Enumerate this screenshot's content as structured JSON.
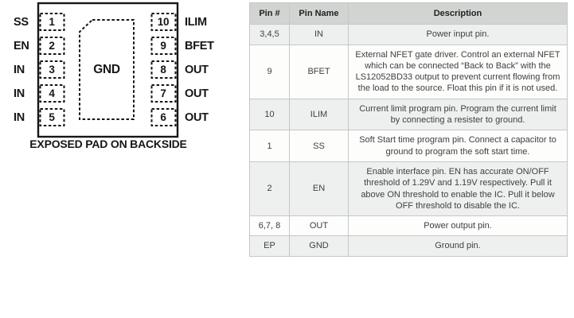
{
  "diagram": {
    "pad_label": "GND",
    "caption": "EXPOSED PAD ON BACKSIDE",
    "left_pins": [
      {
        "num": "1",
        "label": "SS"
      },
      {
        "num": "2",
        "label": "EN"
      },
      {
        "num": "3",
        "label": "IN"
      },
      {
        "num": "4",
        "label": "IN"
      },
      {
        "num": "5",
        "label": "IN"
      }
    ],
    "right_pins": [
      {
        "num": "10",
        "label": "ILIM"
      },
      {
        "num": "9",
        "label": "BFET"
      },
      {
        "num": "8",
        "label": "OUT"
      },
      {
        "num": "7",
        "label": "OUT"
      },
      {
        "num": "6",
        "label": "OUT"
      }
    ]
  },
  "table": {
    "headers": {
      "pin": "Pin #",
      "name": "Pin Name",
      "desc": "Description"
    },
    "rows": [
      {
        "pin": "3,4,5",
        "name": "IN",
        "desc": "Power input pin."
      },
      {
        "pin": "9",
        "name": "BFET",
        "desc": "External NFET gate driver. Control an external NFET which can be connected “Back to Back” with the LS12052BD33 output to prevent current flowing from the load to the source. Float this pin if it is not used."
      },
      {
        "pin": "10",
        "name": "ILIM",
        "desc": "Current limit program pin. Program the current limit by connecting a resister to ground."
      },
      {
        "pin": "1",
        "name": "SS",
        "desc": "Soft Start time program pin. Connect a capacitor to ground to program the soft start time."
      },
      {
        "pin": "2",
        "name": "EN",
        "desc": "Enable interface pin. EN has accurate ON/OFF threshold of 1.29V and 1.19V respectively. Pull it above ON threshold to enable the IC. Pull it below OFF threshold to disable the IC."
      },
      {
        "pin": "6,7, 8",
        "name": "OUT",
        "desc": "Power output pin."
      },
      {
        "pin": "EP",
        "name": "GND",
        "desc": "Ground pin."
      }
    ],
    "colors": {
      "header_bg": "#d2d4d2",
      "row_alt_bg": "#edf0ee",
      "row_bg": "#fdfdfc",
      "border": "#c3c8c6",
      "ink": "#161616",
      "text": "#3d4140"
    }
  }
}
